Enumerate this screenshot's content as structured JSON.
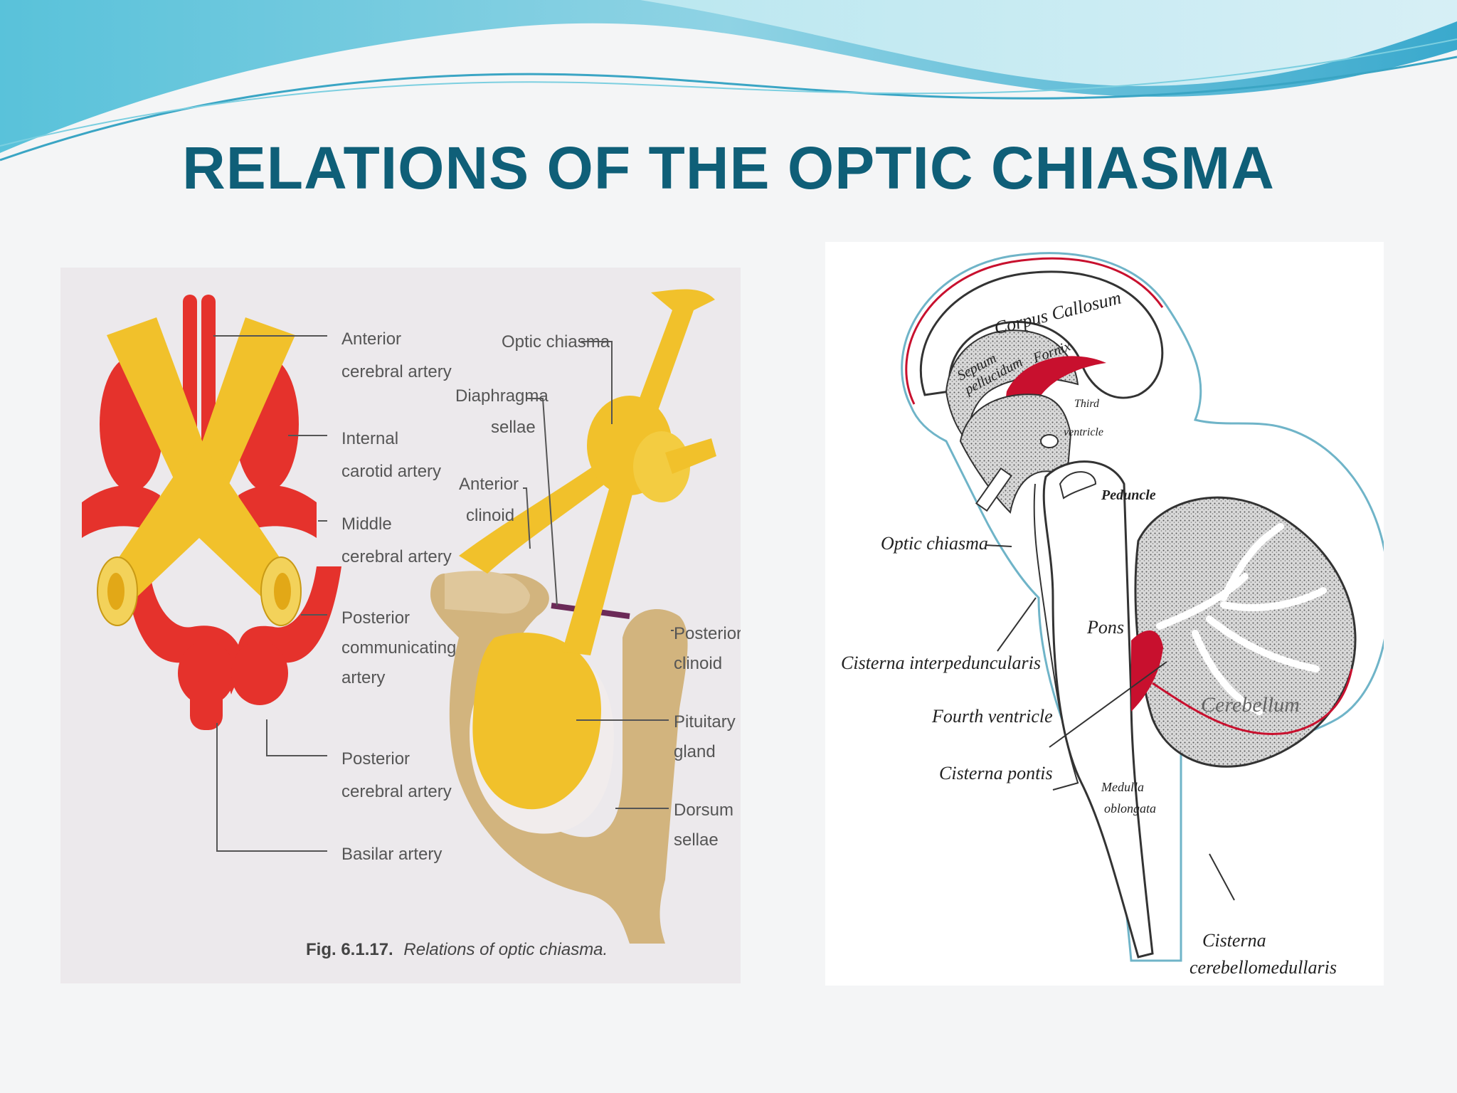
{
  "slide": {
    "title": "RELATIONS OF THE OPTIC CHIASMA"
  },
  "left_figure": {
    "labels": {
      "anterior_cerebral_artery": [
        "Anterior",
        "cerebral artery"
      ],
      "internal_carotid_artery": [
        "Internal",
        "carotid artery"
      ],
      "middle_cerebral_artery": [
        "Middle",
        "cerebral artery"
      ],
      "posterior_communicating_artery": [
        "Posterior",
        "communicating",
        "artery"
      ],
      "posterior_cerebral_artery": [
        "Posterior",
        "cerebral artery"
      ],
      "basilar_artery": [
        "Basilar artery"
      ],
      "optic_chiasma": [
        "Optic chiasma"
      ],
      "diaphragma_sellae": [
        "Diaphragma",
        "sellae"
      ],
      "anterior_clinoid": [
        "Anterior",
        "clinoid"
      ],
      "posterior_clinoid": [
        "Posterior",
        "clinoid"
      ],
      "pituitary_gland": [
        "Pituitary",
        "gland"
      ],
      "dorsum_sellae": [
        "Dorsum",
        "sellae"
      ]
    },
    "caption_number": "Fig. 6.1.17.",
    "caption_text": "Relations of optic chiasma."
  },
  "right_figure": {
    "labels": {
      "corpus_callosum": "Corpus Callosum",
      "septum_pellucidum": [
        "Septum",
        "pellucidum"
      ],
      "fornix": "Fornix",
      "third_ventricle": [
        "Third",
        "ventricle"
      ],
      "peduncle": "Peduncle",
      "optic_chiasma": "Optic chiasma",
      "pons": "Pons",
      "cisterna_interpeduncularis": "Cisterna interpeduncularis",
      "fourth_ventricle": "Fourth ventricle",
      "cerebellum": "Cerebellum",
      "cisterna_pontis": "Cisterna pontis",
      "medulla_oblongata": [
        "Medulla",
        "oblongata"
      ],
      "cisterna_cerebellomedullaris": [
        "Cisterna",
        "cerebellomedullaris"
      ]
    }
  },
  "colors": {
    "title": "#0f5f78",
    "wave_dark": "#4fb7d2",
    "wave_light": "#a7e0ea",
    "artery_red": "#e5322c",
    "optic_yellow": "#f1c12b",
    "bone_tan": "#d2b47e",
    "cerebrum_red": "#c8102e"
  }
}
